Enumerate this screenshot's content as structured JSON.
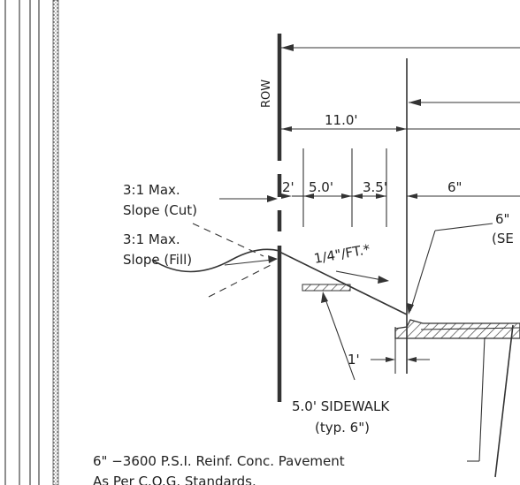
{
  "labels": {
    "row": "ROW",
    "dim_11": "11.0'",
    "dim_2": "2'",
    "dim_5": "5.0'",
    "dim_3_5": "3.5'",
    "dim_6in": "6\"",
    "slope_cut_1": "3:1 Max.",
    "slope_cut_2": "Slope (Cut)",
    "slope_fill_1": "3:1 Max.",
    "slope_fill_2": "Slope (Fill)",
    "cross_slope": "1/4\"/FT.*",
    "curb_6": "6\"",
    "curb_se": "(SE",
    "dim_1": "1'",
    "sidewalk_1": "5.0' SIDEWALK",
    "sidewalk_2": "(typ. 6\")",
    "pavement_1": "6\" −3600 P.S.I. Reinf. Conc. Pavement",
    "pavement_2": "As Per C.O.G. Standards."
  }
}
